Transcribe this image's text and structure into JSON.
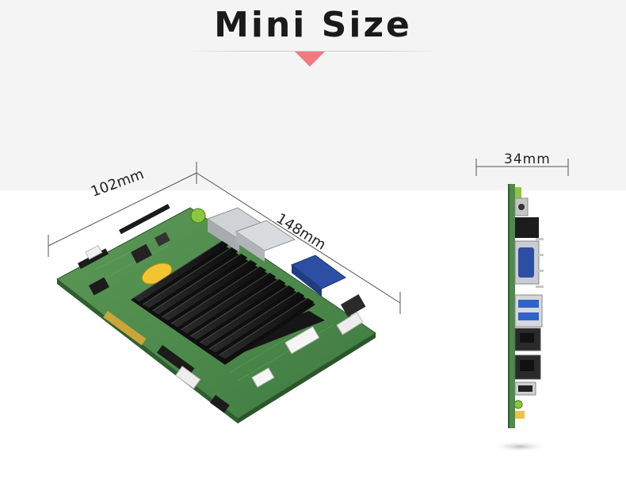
{
  "header": {
    "title": "Mini Size"
  },
  "dimensions": {
    "width_label": "102mm",
    "length_label": "148mm",
    "thickness_label": "34mm"
  },
  "colors": {
    "accent": "#f07a82",
    "pcb": "#4f8a4d",
    "heatsink": "#1b1b1b",
    "vga": "#2c4fa3",
    "usb": "#2f63c9"
  }
}
